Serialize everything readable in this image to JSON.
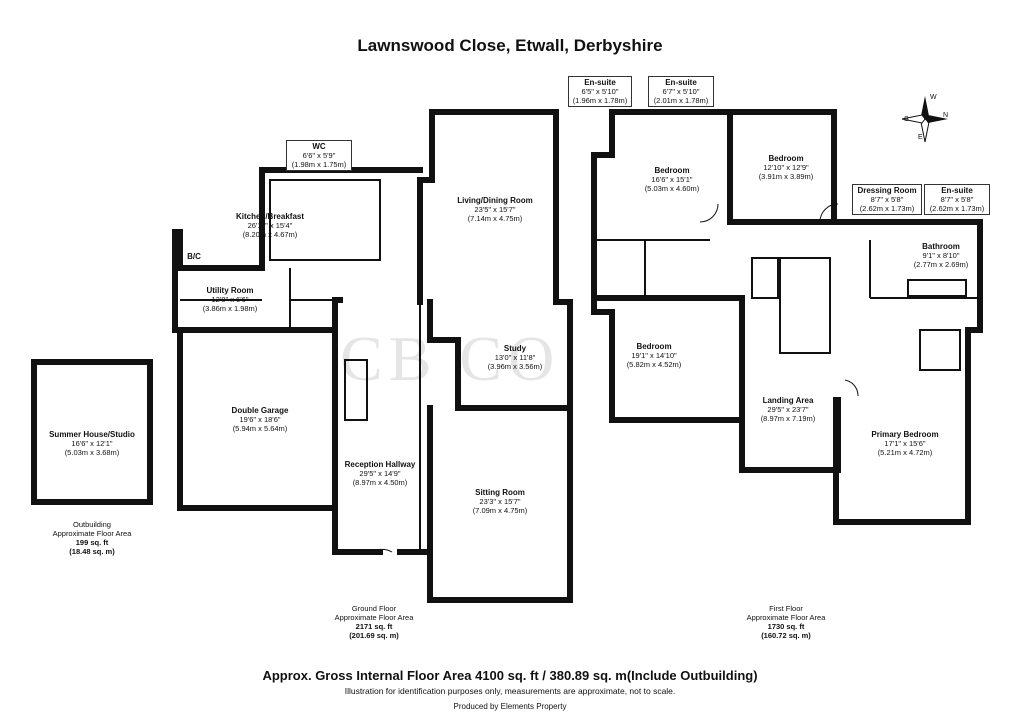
{
  "header": {
    "title": "Lawnswood Close, Etwall, Derbyshire"
  },
  "watermark": "CB  CO",
  "rooms": {
    "wc": {
      "name": "WC",
      "imp": "6'6\" x 5'9\"",
      "met": "(1.98m x 1.75m)"
    },
    "kitchen": {
      "name": "Kitchen/Breakfast",
      "imp": "26'11\" x 15'4\"",
      "met": "(8.20m x 4.67m)"
    },
    "bc": {
      "name": "B/C"
    },
    "utility": {
      "name": "Utility Room",
      "imp": "12'8\" x 6'6\"",
      "met": "(3.86m x 1.98m)"
    },
    "living": {
      "name": "Living/Dining Room",
      "imp": "23'5\" x 15'7\"",
      "met": "(7.14m x 4.75m)"
    },
    "study": {
      "name": "Study",
      "imp": "13'0\" x 11'8\"",
      "met": "(3.96m x 3.56m)"
    },
    "garage": {
      "name": "Double Garage",
      "imp": "19'6\" x 18'6\"",
      "met": "(5.94m x 5.64m)"
    },
    "hallway": {
      "name": "Reception Hallway",
      "imp": "29'5\" x 14'9\"",
      "met": "(8.97m x 4.50m)"
    },
    "sitting": {
      "name": "Sitting Room",
      "imp": "23'3\" x 15'7\"",
      "met": "(7.09m x 4.75m)"
    },
    "summer": {
      "name": "Summer House/Studio",
      "imp": "16'6\" x 12'1\"",
      "met": "(5.03m x 3.68m)"
    },
    "ensuite1": {
      "name": "En-suite",
      "imp": "6'5\" x 5'10\"",
      "met": "(1.96m x 1.78m)"
    },
    "ensuite2": {
      "name": "En-suite",
      "imp": "6'7\" x 5'10\"",
      "met": "(2.01m x 1.78m)"
    },
    "bedroom1": {
      "name": "Bedroom",
      "imp": "16'6\" x 15'1\"",
      "met": "(5.03m x 4.60m)"
    },
    "bedroom2": {
      "name": "Bedroom",
      "imp": "12'10\" x 12'9\"",
      "met": "(3.91m x 3.89m)"
    },
    "dressing": {
      "name": "Dressing Room",
      "imp": "8'7\" x 5'8\"",
      "met": "(2.62m x 1.73m)"
    },
    "ensuite3": {
      "name": "En-suite",
      "imp": "8'7\" x 5'8\"",
      "met": "(2.62m x 1.73m)"
    },
    "bathroom": {
      "name": "Bathroom",
      "imp": "9'1\" x 8'10\"",
      "met": "(2.77m x 2.69m)"
    },
    "bedroom3": {
      "name": "Bedroom",
      "imp": "19'1\" x 14'10\"",
      "met": "(5.82m x 4.52m)"
    },
    "landing": {
      "name": "Landing Area",
      "imp": "29'5\" x 23'7\"",
      "met": "(8.97m x 7.19m)"
    },
    "primary": {
      "name": "Primary Bedroom",
      "imp": "17'1\" x 15'6\"",
      "met": "(5.21m x 4.72m)"
    }
  },
  "areas": {
    "outbuilding": {
      "l1": "Outbuilding",
      "l2": "Approximate Floor Area",
      "l3": "199 sq. ft",
      "l4": "(18.48 sq. m)"
    },
    "ground": {
      "l1": "Ground Floor",
      "l2": "Approximate Floor Area",
      "l3": "2171 sq. ft",
      "l4": "(201.69 sq. m)"
    },
    "first": {
      "l1": "First Floor",
      "l2": "Approximate Floor Area",
      "l3": "1730 sq. ft",
      "l4": "(160.72 sq. m)"
    }
  },
  "compass": {
    "n": "N",
    "s": "S",
    "e": "E",
    "w": "W"
  },
  "footer": {
    "gross": "Approx. Gross Internal Floor Area 4100 sq. ft / 380.89 sq. m(Include Outbuilding)",
    "note": "Illustration for identification purposes only, measurements are approximate, not to scale.",
    "produced": "Produced by Elements Property"
  }
}
